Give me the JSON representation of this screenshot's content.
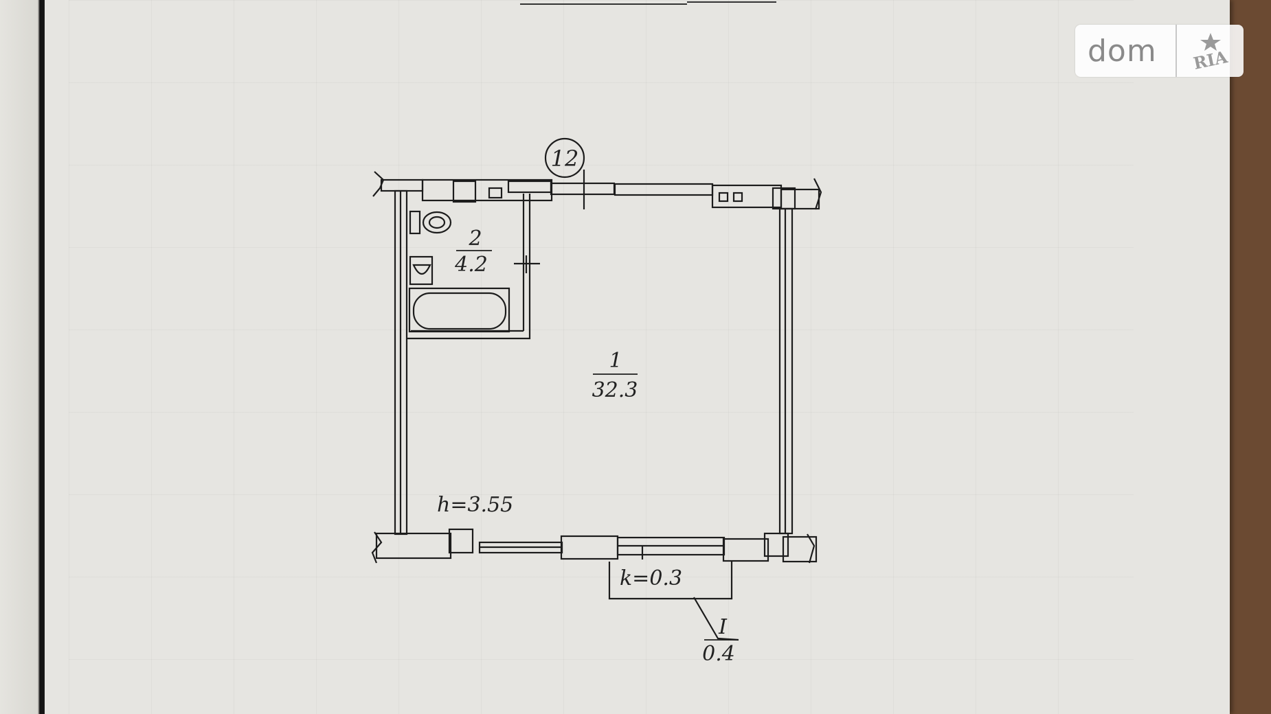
{
  "plan": {
    "axis_marker": "12",
    "rooms": [
      {
        "number": "1",
        "area": "32.3"
      },
      {
        "number": "2",
        "area": "4.2"
      }
    ],
    "balcony": {
      "number": "I",
      "area": "0.4"
    },
    "ceiling_height": "h=3.55",
    "coefficient": "k=0.3"
  },
  "logo": {
    "word": "dom",
    "mark": "RIA"
  }
}
